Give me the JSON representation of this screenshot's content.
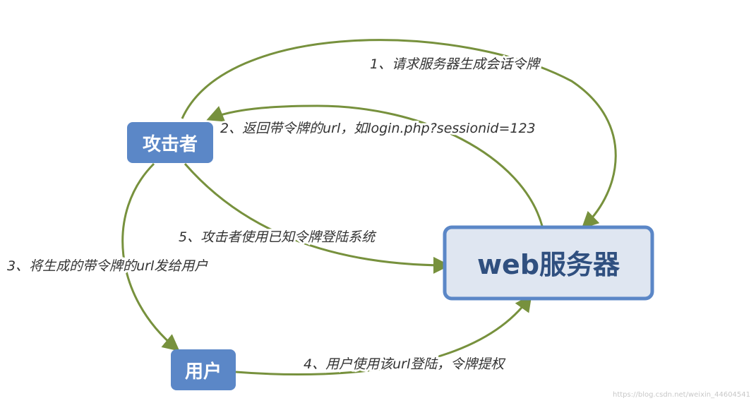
{
  "nodes": {
    "attacker": "攻击者",
    "user": "用户",
    "server": "web服务器"
  },
  "edges": {
    "step1": "1、请求服务器生成会话令牌",
    "step2": "2、返回带令牌的url，如login.php?sessionid=123",
    "step3": "3、将生成的带令牌的url发给用户",
    "step4": "4、用户使用该url登陆，令牌提权",
    "step5": "5、攻击者使用已知令牌登陆系统"
  },
  "watermark": "https://blog.csdn.net/weixin_44604541",
  "colors": {
    "node_fill": "#5b87c7",
    "server_fill": "#dfe6f1",
    "server_border": "#5b87c7",
    "arrow": "#77913d"
  }
}
